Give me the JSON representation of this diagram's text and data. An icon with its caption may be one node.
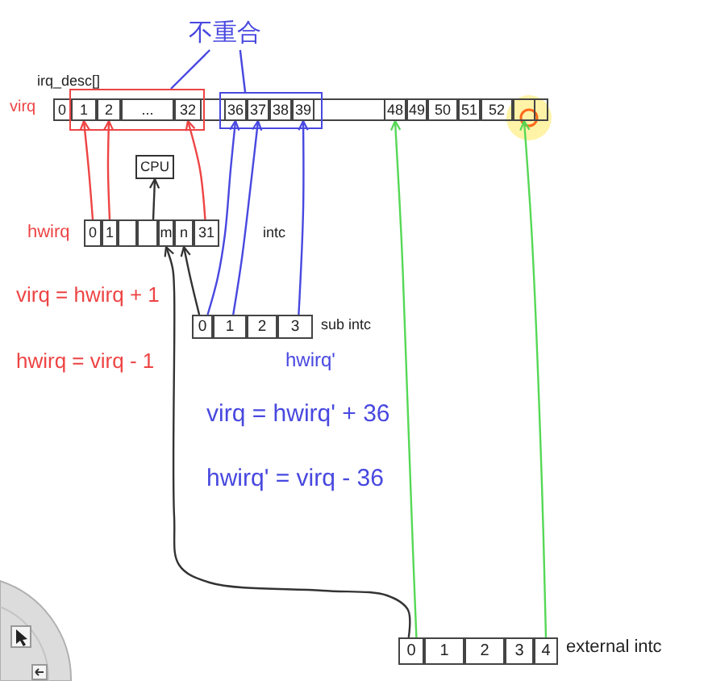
{
  "diagram": {
    "nodes": [
      {
        "text": [
          "不重合"
        ]
      },
      {
        "text": [
          "irq_desc[]"
        ],
        "beside": [
          "virq"
        ]
      },
      {
        "text": [
          "0"
        ],
        "in": 1
      },
      {
        "text": [
          "1"
        ]
      },
      {
        "text": [
          "2"
        ]
      },
      {
        "text": [
          "..."
        ]
      },
      {
        "text": [
          "32"
        ]
      },
      {
        "text": [
          "36"
        ]
      },
      {
        "text": [
          "37"
        ]
      },
      {
        "text": [
          "38"
        ]
      },
      {
        "text": [
          "39"
        ]
      },
      {
        "text": [
          "48"
        ],
        "in": 1
      },
      {
        "text": [
          "49"
        ],
        "in": 1
      },
      {
        "text": [
          "50"
        ],
        "in": 1
      },
      {
        "text": [
          "51"
        ],
        "in": 1
      },
      {
        "text": [
          "52"
        ],
        "in": 1
      },
      {
        "text": [],
        "shape": "box",
        "in": 1
      },
      {
        "text": [],
        "shape": "box"
      },
      {
        "text": [],
        "shape": "box"
      },
      {
        "text": [
          "CPU"
        ]
      },
      {
        "text": [
          "intc"
        ],
        "beside": [
          "hwirq"
        ]
      },
      {
        "text": [
          "0"
        ],
        "in": 20
      },
      {
        "text": [
          "1"
        ],
        "in": 20
      },
      {
        "text": [],
        "shape": "box",
        "in": 20
      },
      {
        "text": [],
        "shape": "box",
        "in": 20
      },
      {
        "text": [
          "m"
        ],
        "in": 20
      },
      {
        "text": [
          "n"
        ],
        "in": 20
      },
      {
        "text": [
          "31"
        ],
        "in": 20
      },
      {
        "text": [
          "sub intc"
        ],
        "beside": [
          "hwirq'"
        ]
      },
      {
        "text": [
          "0"
        ],
        "in": 28
      },
      {
        "text": [
          "1"
        ],
        "in": 28
      },
      {
        "text": [
          "2"
        ],
        "in": 28
      },
      {
        "text": [
          "3"
        ],
        "in": 28
      },
      {
        "text": [
          "external intc"
        ]
      },
      {
        "text": [
          "0"
        ],
        "in": 33
      },
      {
        "text": [
          "1"
        ],
        "in": 33
      },
      {
        "text": [
          "2"
        ],
        "in": 33
      },
      {
        "text": [
          "3"
        ],
        "in": 33
      },
      {
        "text": [
          "4"
        ],
        "in": 33
      }
    ],
    "edges": [
      {
        "from": 0,
        "to": 17,
        "arrow": "none",
        "color": "#4848e0"
      },
      {
        "from": 0,
        "to": 18,
        "arrow": "none",
        "color": "#4848e0"
      },
      {
        "from": 21,
        "to": 3,
        "arrow": "to",
        "color": "#ee4444"
      },
      {
        "from": 22,
        "to": 4,
        "arrow": "to",
        "color": "#ee4444"
      },
      {
        "from": 27,
        "to": 6,
        "arrow": "to",
        "color": "#ee4444"
      },
      {
        "from": 20,
        "to": 19,
        "arrow": "to",
        "color": "#333333"
      },
      {
        "from": 29,
        "to": 26,
        "arrow": "to",
        "color": "#333333"
      },
      {
        "from": 29,
        "to": 7,
        "arrow": "to",
        "color": "#4848e0"
      },
      {
        "from": 30,
        "to": 8,
        "arrow": "to",
        "color": "#4848e0"
      },
      {
        "from": 32,
        "to": 10,
        "arrow": "to",
        "color": "#4848e0"
      },
      {
        "from": 34,
        "to": 25,
        "arrow": "to",
        "color": "#333333"
      },
      {
        "from": 34,
        "to": 11,
        "arrow": "to",
        "color": "#55d855"
      },
      {
        "from": 38,
        "to": 16,
        "arrow": "to",
        "color": "#55d855"
      }
    ],
    "labels": [
      "virq = hwirq + 1",
      "hwirq = virq - 1",
      "virq = hwirq' + 36",
      "hwirq' = virq - 36"
    ]
  }
}
